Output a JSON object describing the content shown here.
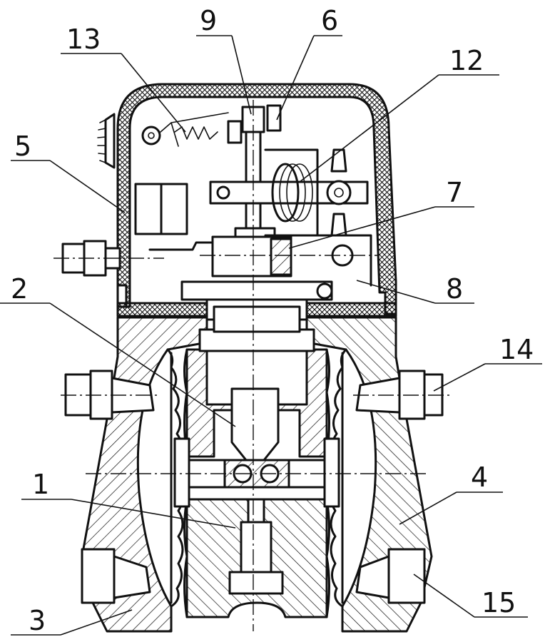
{
  "callouts": [
    {
      "label": "1"
    },
    {
      "label": "2"
    },
    {
      "label": "3"
    },
    {
      "label": "4"
    },
    {
      "label": "5"
    },
    {
      "label": "6"
    },
    {
      "label": "7"
    },
    {
      "label": "8"
    },
    {
      "label": "9"
    },
    {
      "label": "12"
    },
    {
      "label": "13"
    },
    {
      "label": "14"
    },
    {
      "label": "15"
    }
  ],
  "colors": {
    "ink": "#111111",
    "paper": "#ffffff"
  }
}
